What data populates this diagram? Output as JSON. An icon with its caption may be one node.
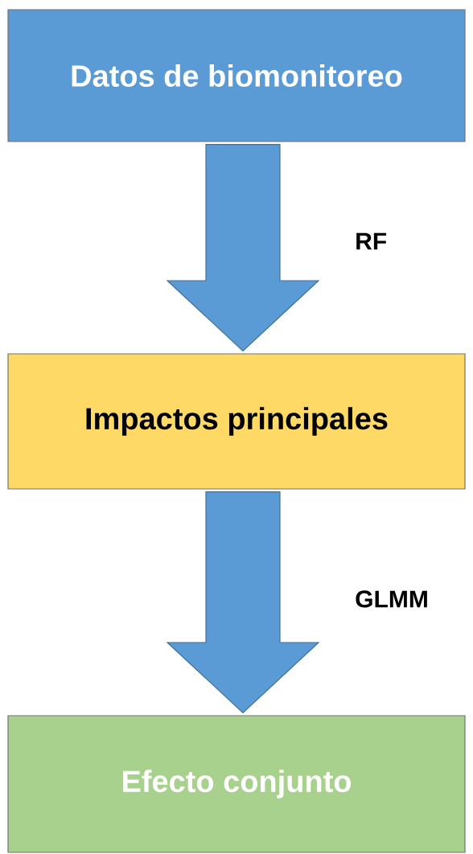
{
  "diagram": {
    "nodes": [
      {
        "text": [
          "Datos de biomonitoreo"
        ]
      },
      {
        "text": [
          "Impactos principales"
        ]
      },
      {
        "text": [
          "Efecto conjunto"
        ]
      }
    ],
    "edges": [
      {
        "from": 0,
        "to": 1,
        "arrow": "to",
        "label": "RF"
      },
      {
        "from": 1,
        "to": 2,
        "arrow": "to",
        "label": "GLMM"
      }
    ]
  }
}
